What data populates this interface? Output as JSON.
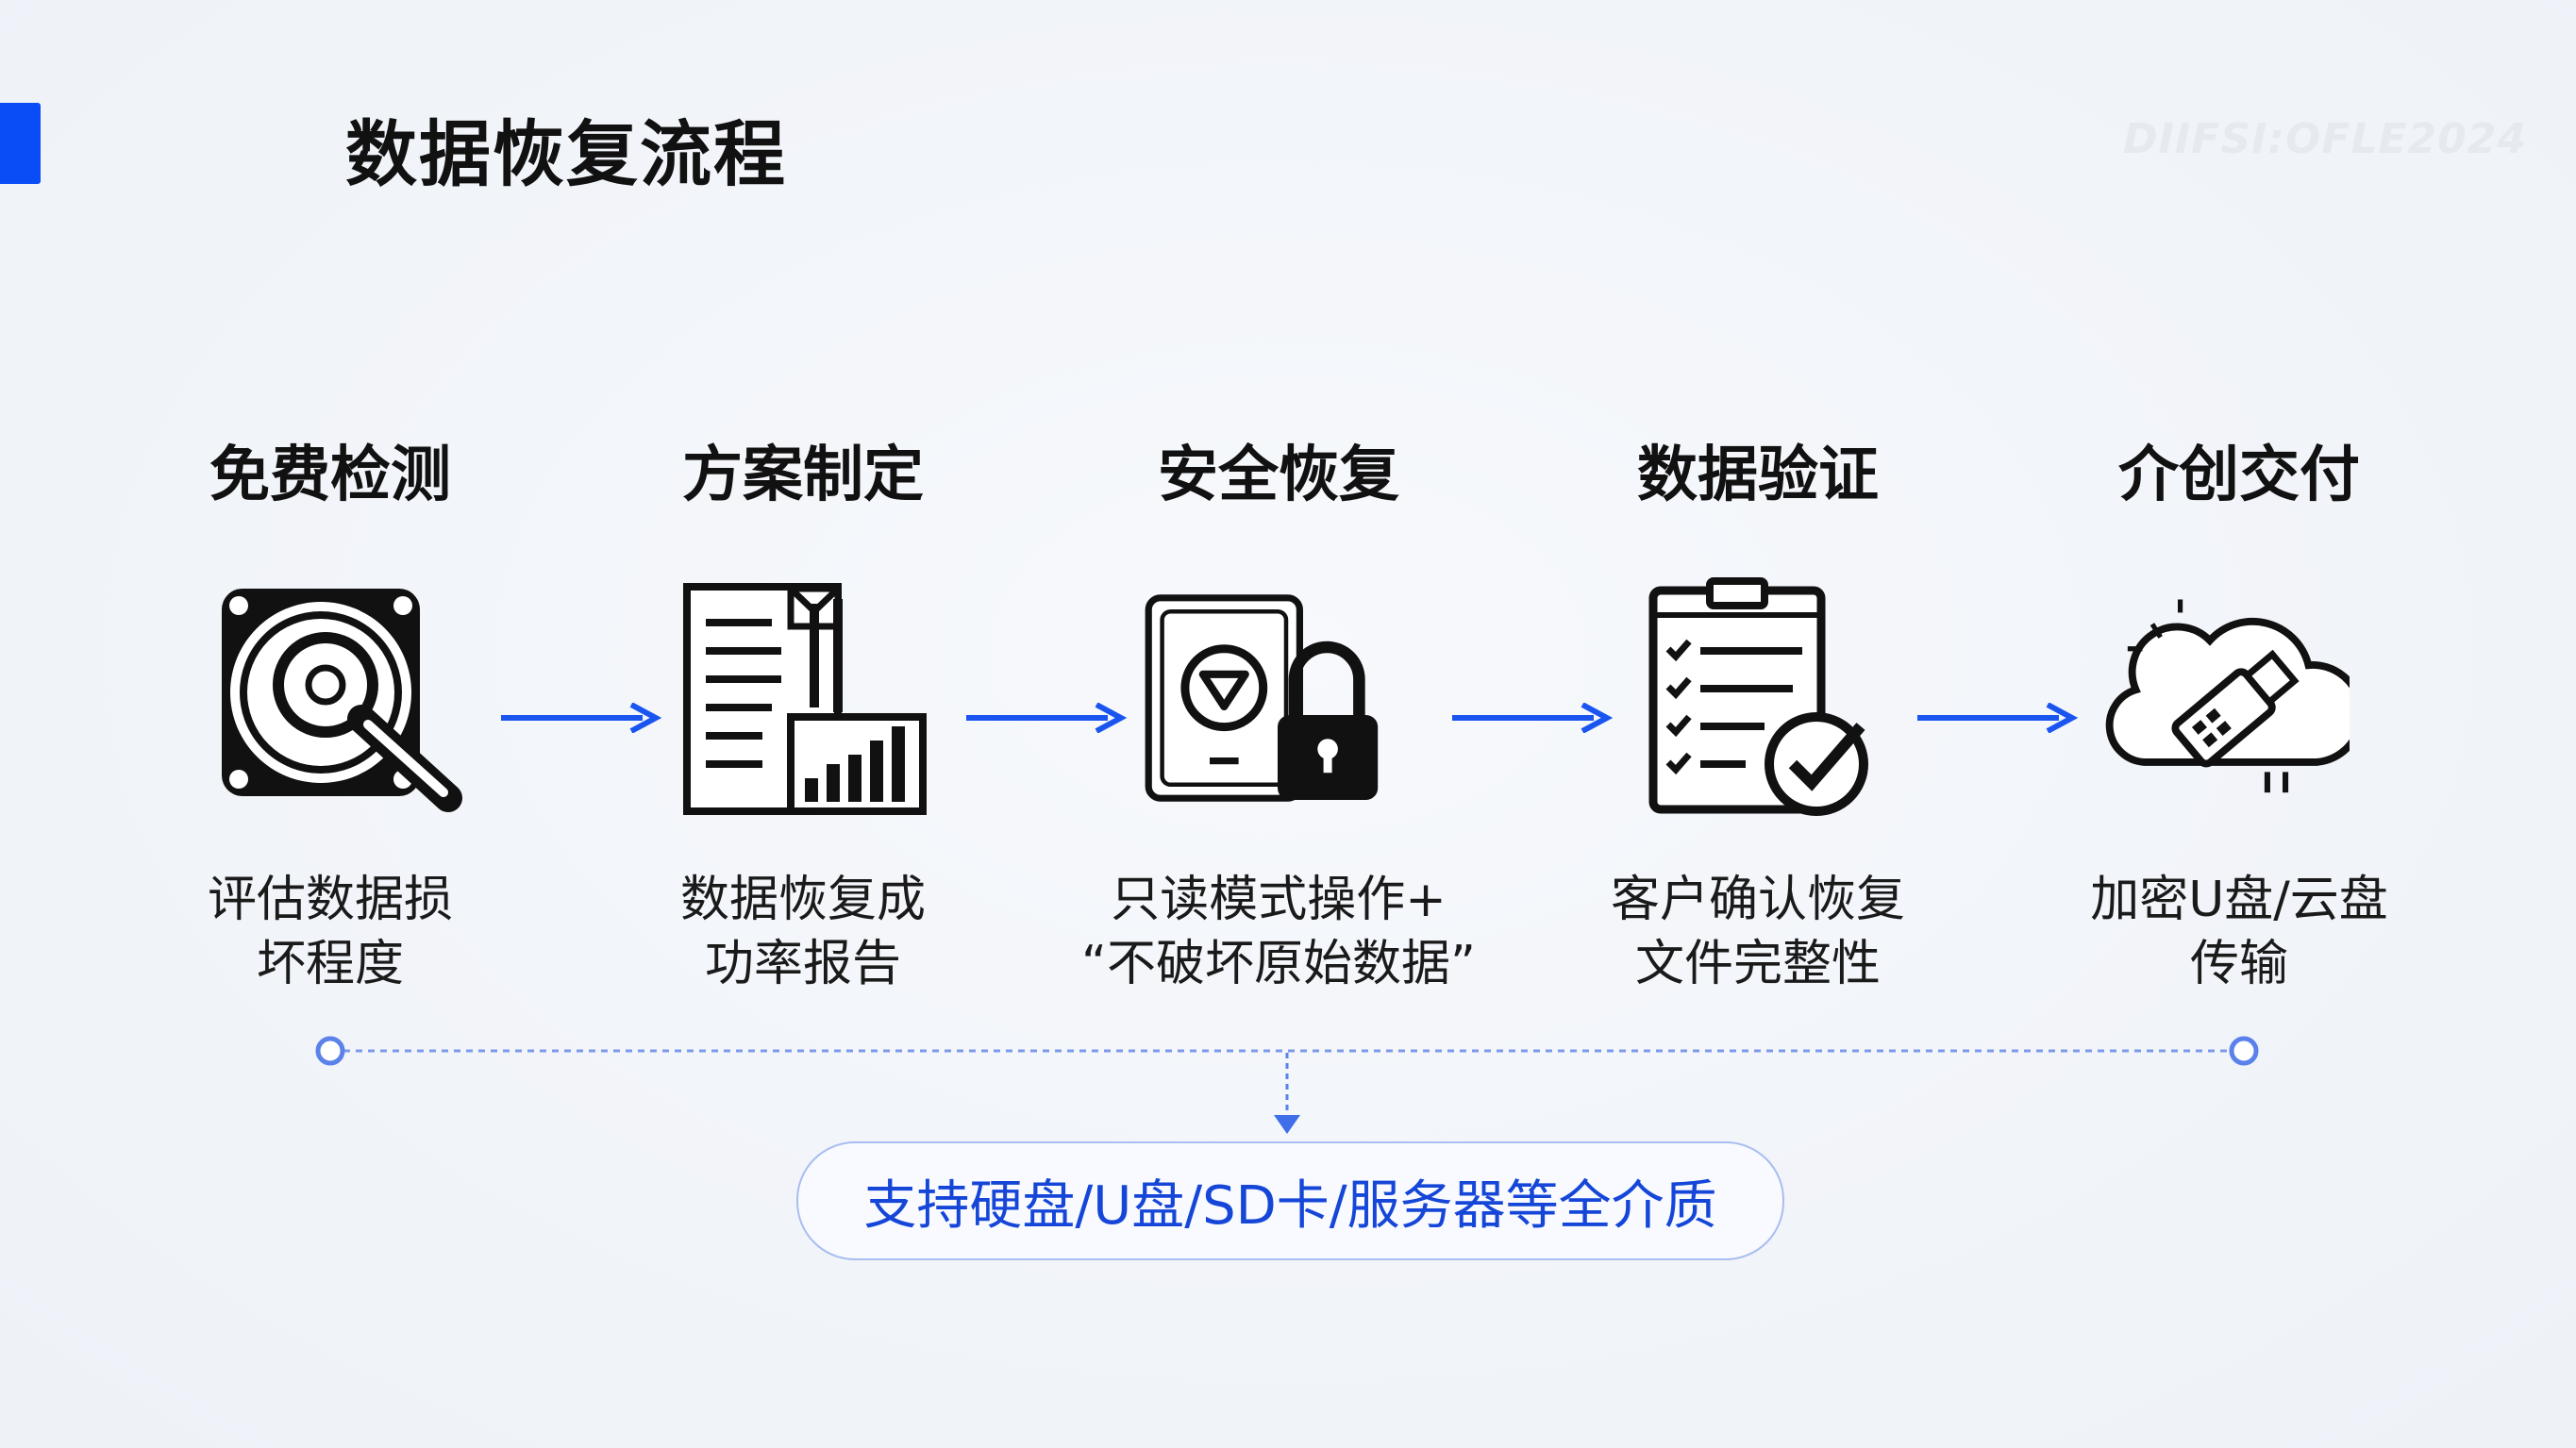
{
  "header": {
    "title": "数据恢复流程",
    "watermark": "DIIFSI:OFLE2024"
  },
  "steps": [
    {
      "title": "免费检测",
      "desc": [
        "评估数据损",
        "坏程度"
      ],
      "icon": "hard-drive-magnifier-icon"
    },
    {
      "title": "方案制定",
      "desc": [
        "数据恢复成",
        "功率报告"
      ],
      "icon": "report-chart-icon"
    },
    {
      "title": "安全恢复",
      "desc": [
        "只读模式操作+",
        "“不破坏原始数据”"
      ],
      "icon": "drive-lock-icon"
    },
    {
      "title": "数据验证",
      "desc": [
        "客户确认恢复",
        "文件完整性"
      ],
      "icon": "checklist-verified-icon"
    },
    {
      "title": "介创交付",
      "desc": [
        "加密U盘/云盘",
        "传输"
      ],
      "icon": "cloud-usb-icon"
    }
  ],
  "footer": {
    "media_support": "支持硬盘/U盘/SD卡/服务器等全介质"
  },
  "colors": {
    "accent": "#0a4cf5",
    "arrow": "#1a55f0",
    "pill_text": "#1546d8"
  }
}
